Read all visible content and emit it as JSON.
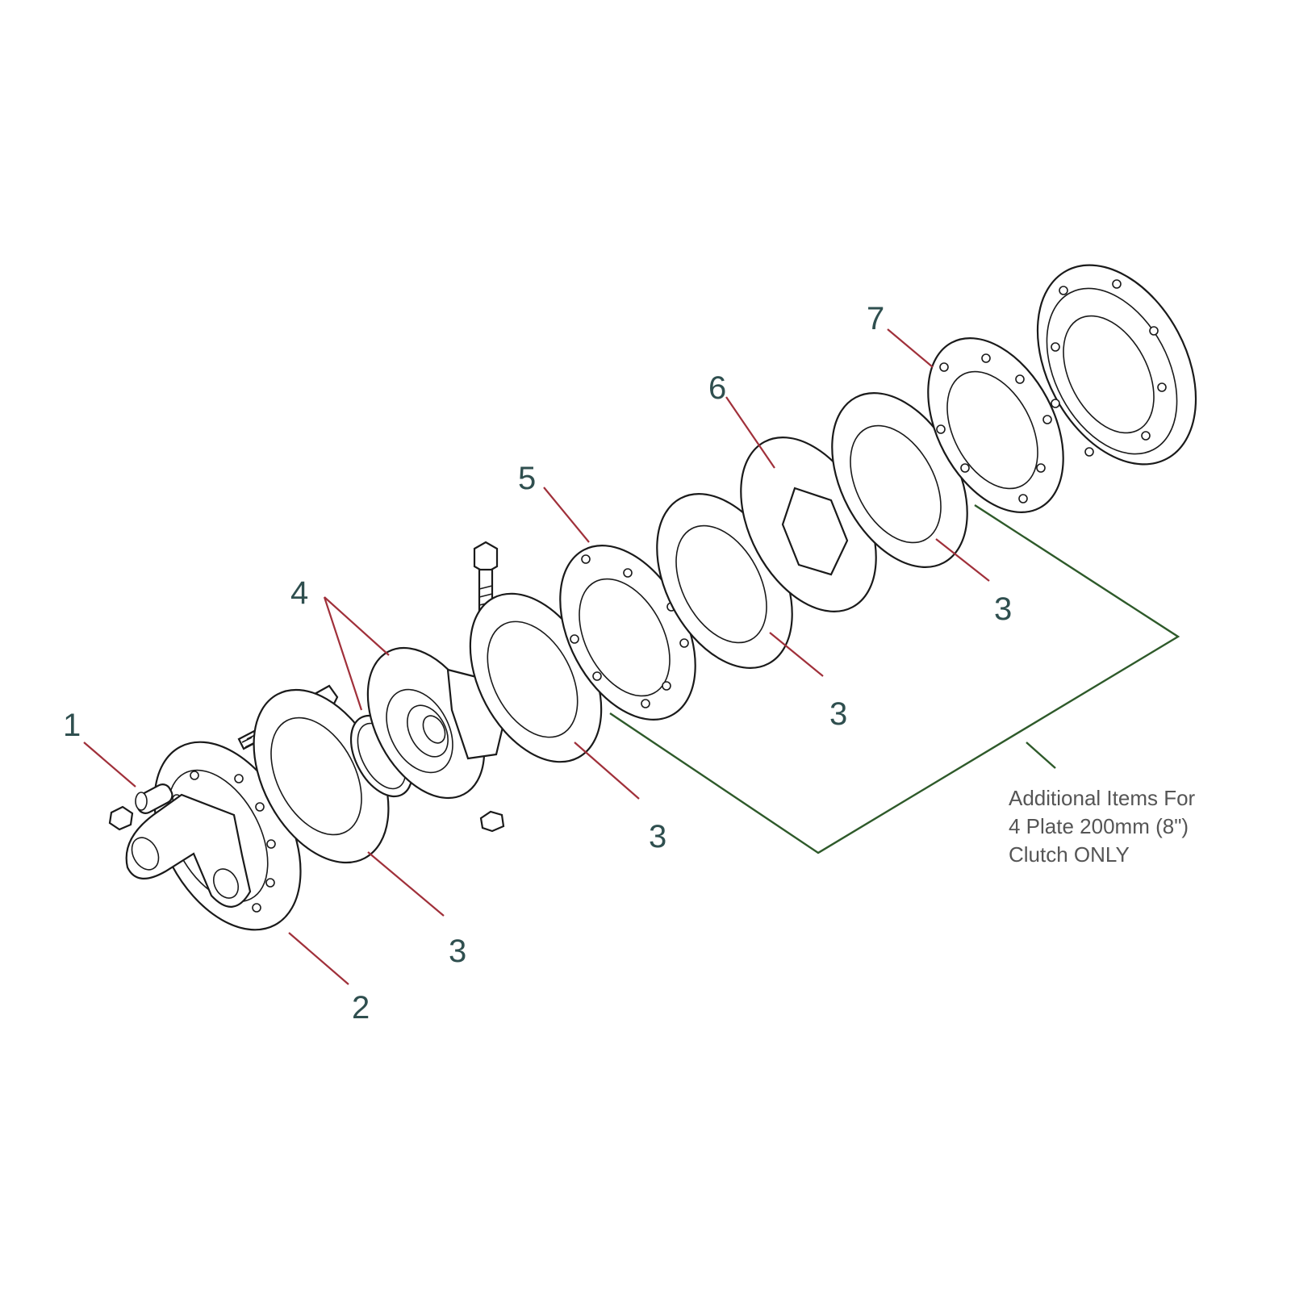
{
  "callouts": {
    "part_1": "1",
    "part_2": "2",
    "part_3a": "3",
    "part_4": "4",
    "part_3b": "3",
    "part_5": "5",
    "part_3c": "3",
    "part_6": "6",
    "part_3d": "3",
    "part_7": "7",
    "part_3e": "3"
  },
  "note": {
    "line1": "Additional Items For",
    "line2": "4 Plate 200mm (8\")",
    "line3": "Clutch ONLY"
  },
  "colors": {
    "leader": "#a0303a",
    "bracket": "#2e5a2a",
    "callout_text": "#2f4f4f",
    "note_text": "#555555"
  }
}
